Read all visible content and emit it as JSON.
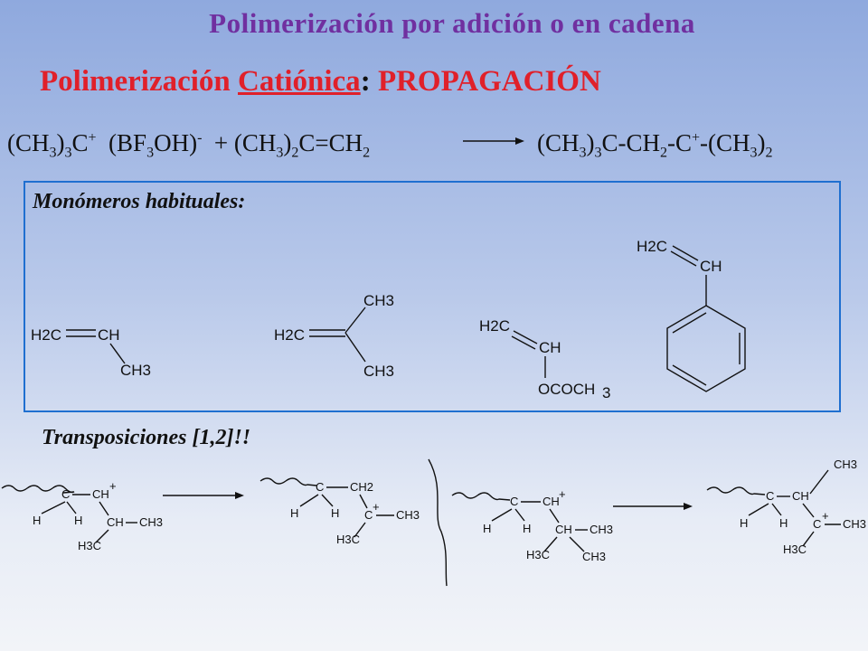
{
  "slide": {
    "title": "Polimerización  por  adición  o  en  cadena",
    "subtitle": {
      "part1": "Polimerización ",
      "underlined": "Catiónica",
      "colon": ":",
      "part2": " PROPAGACIÓN"
    }
  },
  "equation": {
    "left": {
      "t1": "(CH",
      "s1": "3",
      "t2": ")",
      "s2": "3",
      "t3": "C",
      "sup1": "+",
      "t4": "  (BF",
      "s3": "3",
      "t5": "OH)",
      "sup2": "-",
      "t6": "  + (CH",
      "s4": "3",
      "t7": ")",
      "s5": "2",
      "t8": "C=CH",
      "s6": "2"
    },
    "right": {
      "t1": "(CH",
      "s1": "3",
      "t2": ")",
      "s2": "3",
      "t3": "C-CH",
      "s3": "2",
      "t4": "-C",
      "sup1": "+",
      "t5": "-(CH",
      "s4": "3",
      "t6": ")",
      "s5": "2"
    }
  },
  "monomers": {
    "label": "Monómeros habituales:",
    "propene": {
      "a": "H2C",
      "b": "CH",
      "c": "CH3"
    },
    "isobutylene": {
      "a": "H2C",
      "b": "CH3",
      "c": "CH3"
    },
    "vinyl_acetate": {
      "a": "H2C",
      "b": "CH",
      "c": "OCOCH",
      "d": "3"
    },
    "styrene": {
      "a": "H2C",
      "b": "CH"
    }
  },
  "rearrangement": {
    "label": "Transposiciones [1,2]!!",
    "s1": {
      "c": "C",
      "ch": "CH",
      "plus": "+",
      "h1": "H",
      "h2": "H",
      "ch2": "CH",
      "ch3": "CH3",
      "h3c": "H3C"
    },
    "s2": {
      "c": "C",
      "ch2": "CH2",
      "h1": "H",
      "h2": "H",
      "cplus": "C",
      "plus": "+",
      "ch3": "CH3",
      "h3c": "H3C"
    },
    "s3": {
      "c": "C",
      "ch": "CH",
      "plus": "+",
      "h1": "H",
      "h2": "H",
      "ch3": "CH3",
      "h3c": "H3C",
      "ch3b": "CH3"
    },
    "s4": {
      "c": "C",
      "ch": "CH",
      "h1": "H",
      "h2": "H",
      "cplus": "C",
      "plus": "+",
      "ch3": "CH3",
      "ch3top": "CH3",
      "h3c": "H3C"
    }
  }
}
